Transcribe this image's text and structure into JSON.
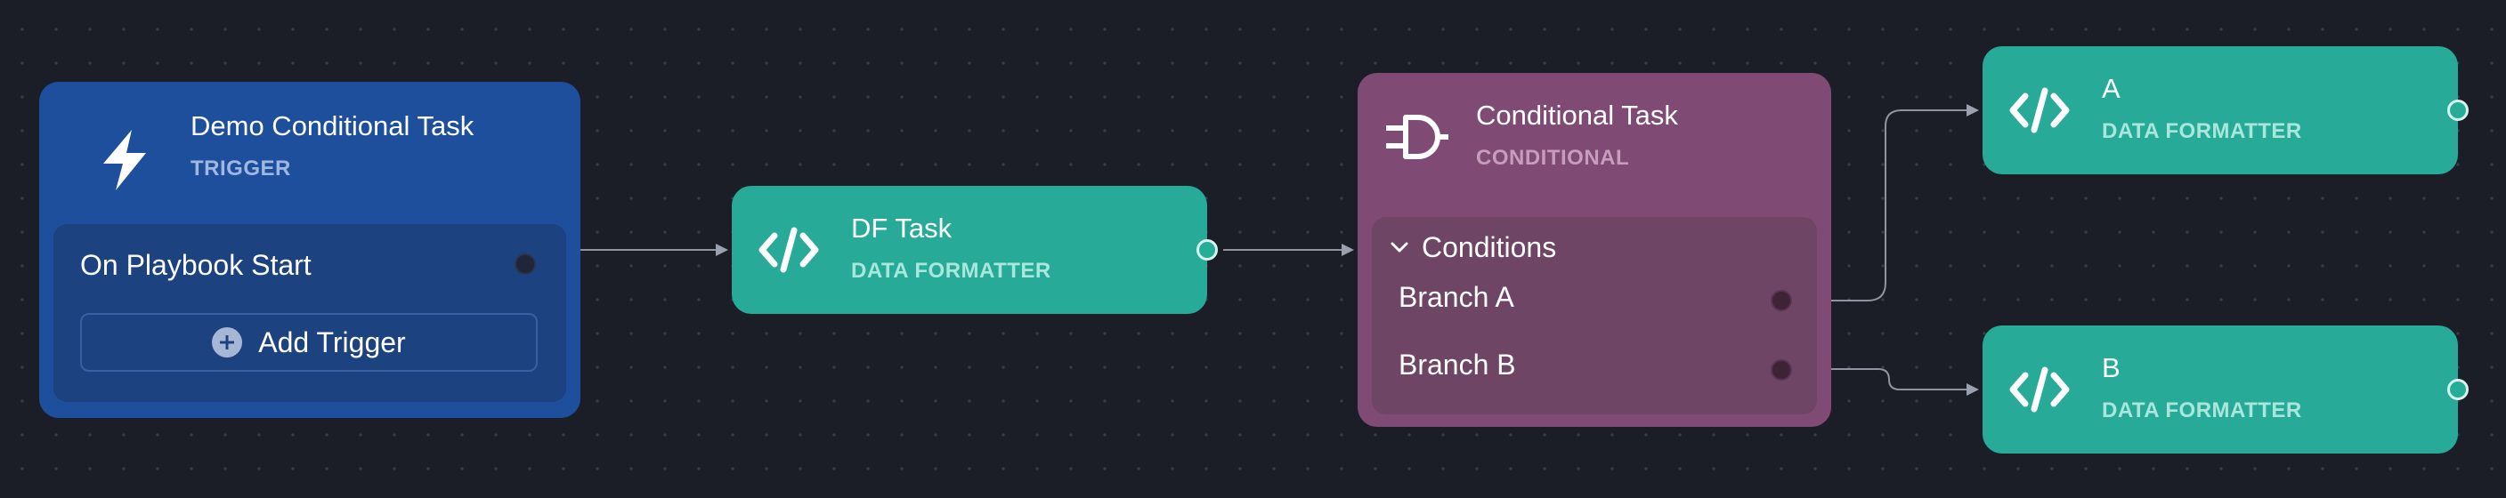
{
  "canvas": {
    "background": "#1b1e27",
    "grid": "dotted"
  },
  "nodes": {
    "trigger": {
      "title": "Demo Conditional Task",
      "subtitle": "TRIGGER",
      "icon": "lightning-bolt-icon",
      "color": "#1d4f9d",
      "trigger_label": "On Playbook Start",
      "add_trigger_label": "Add Trigger"
    },
    "df_task": {
      "title": "DF Task",
      "subtitle": "DATA FORMATTER",
      "icon": "code-icon",
      "color": "#27ab98"
    },
    "conditional": {
      "title": "Conditional Task",
      "subtitle": "CONDITIONAL",
      "icon": "plug-icon",
      "color": "#7f4a73",
      "conditions_label": "Conditions",
      "branches": [
        {
          "label": "Branch A"
        },
        {
          "label": "Branch B"
        }
      ]
    },
    "a": {
      "title": "A",
      "subtitle": "DATA FORMATTER",
      "icon": "code-icon",
      "color": "#27ab98"
    },
    "b": {
      "title": "B",
      "subtitle": "DATA FORMATTER",
      "icon": "code-icon",
      "color": "#27ab98"
    }
  }
}
